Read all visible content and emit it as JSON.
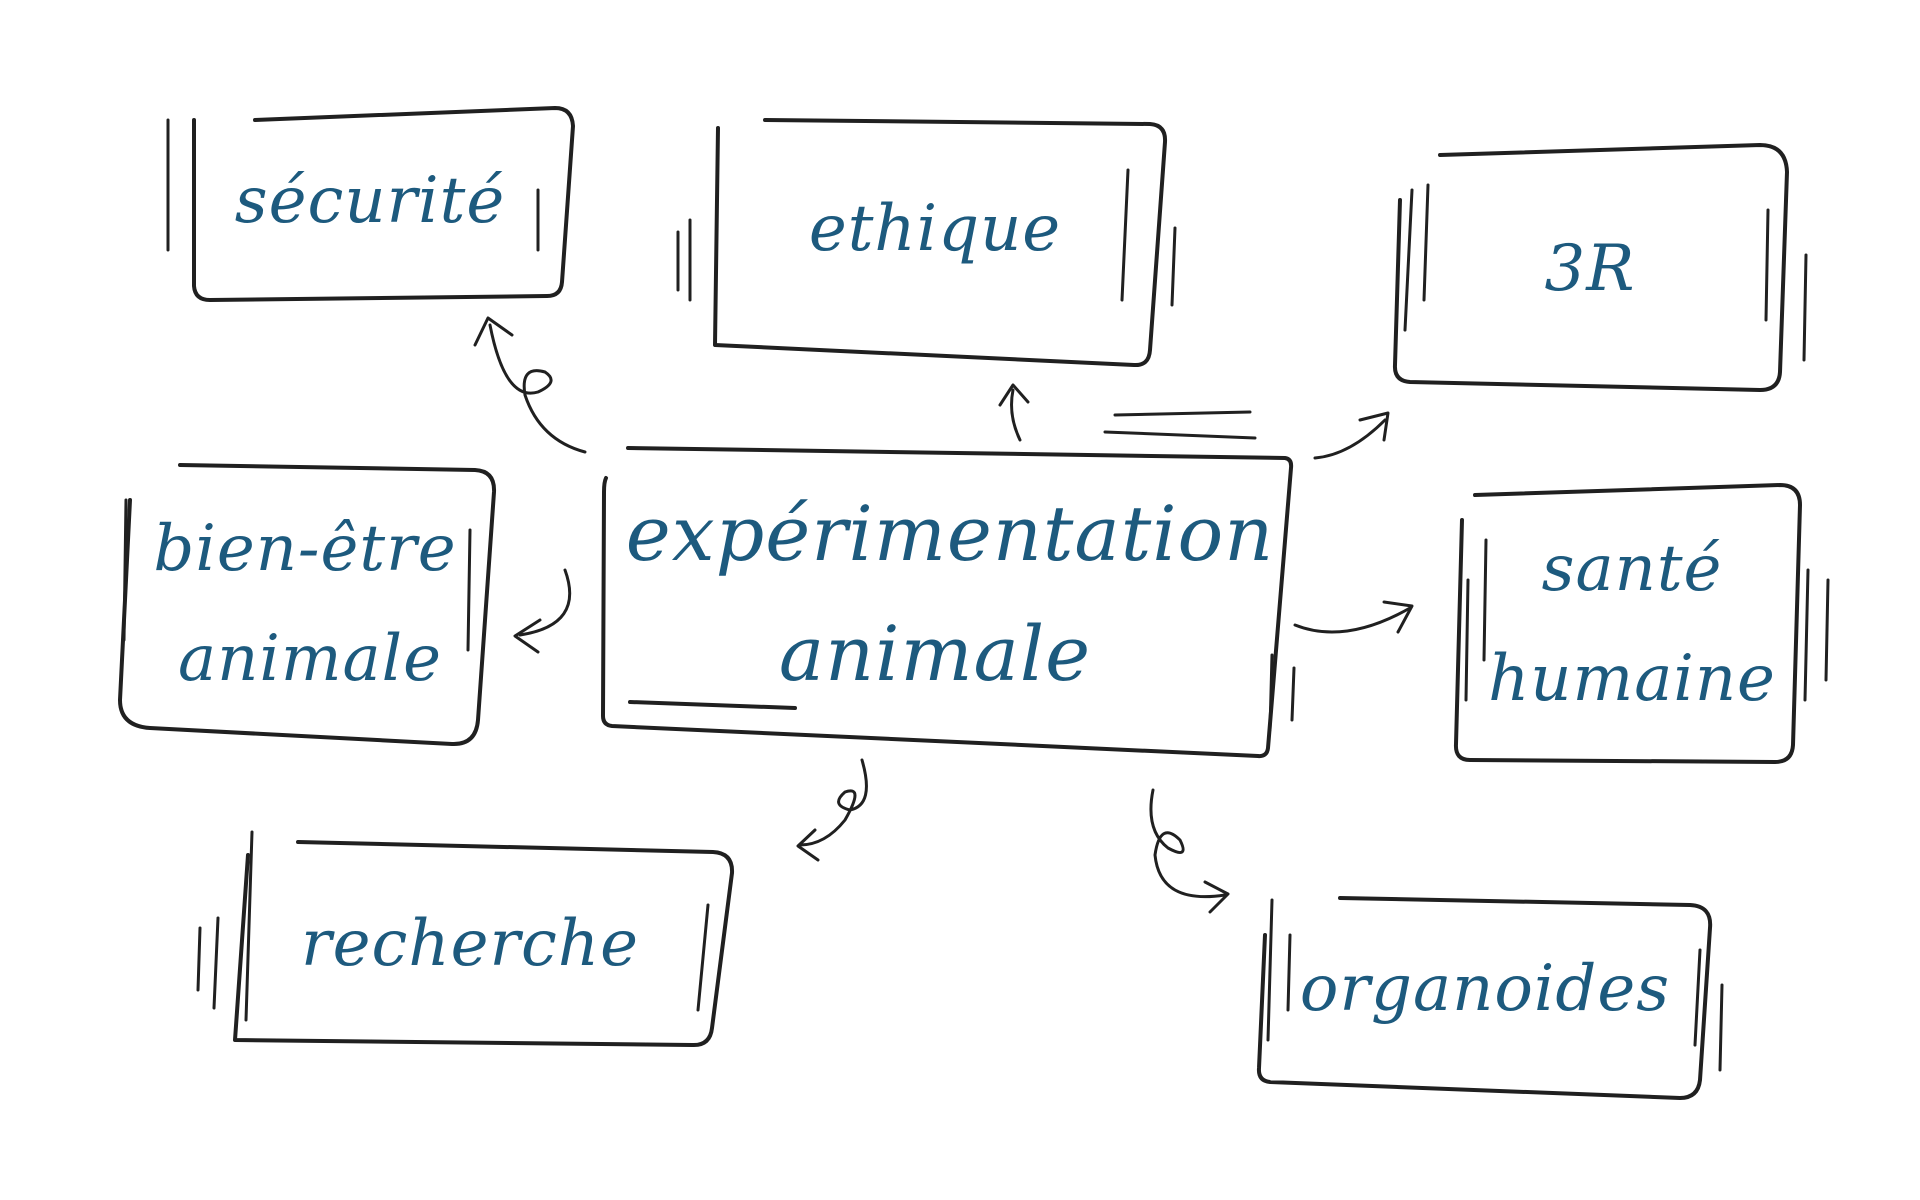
{
  "diagram": {
    "center": {
      "line1": "expérimentation",
      "line2": "animale"
    },
    "nodes": {
      "securite": "sécurité",
      "ethique": "ethique",
      "trois_r": "3R",
      "bien_etre_line1": "bien-être",
      "bien_etre_line2": "animale",
      "sante_line1": "santé",
      "sante_line2": "humaine",
      "recherche": "recherche",
      "organoides": "organoides"
    },
    "colors": {
      "text": "#1d5a7e",
      "stroke": "#202020",
      "background": "#ffffff"
    }
  }
}
